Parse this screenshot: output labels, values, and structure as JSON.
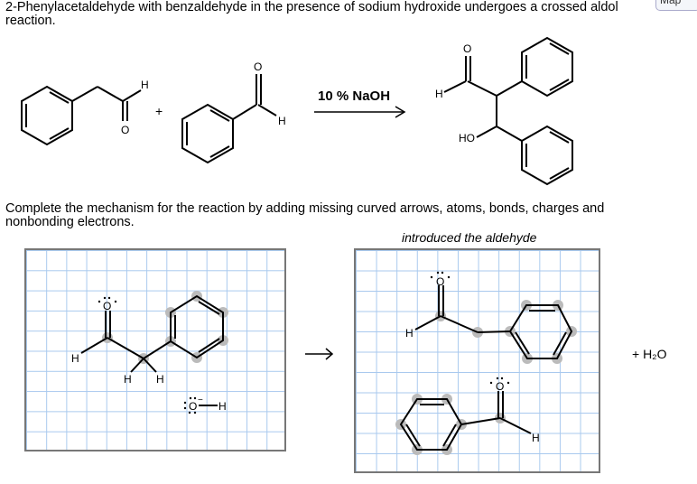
{
  "question": "2-Phenylacetaldehyde with benzaldehyde in the presence of sodium hydroxide undergoes a crossed aldol reaction.",
  "map_button": "Map",
  "reaction": {
    "reagent": "10 % NaOH",
    "plus": "+",
    "atoms": {
      "O": "O",
      "H": "H",
      "HO": "HO"
    }
  },
  "instruction": "Complete the mechanism for the reaction by adding missing curved arrows, atoms, bonds, charges and nonbonding electrons.",
  "step_caption": "introduced the aldehyde",
  "byproduct": "+ H₂O",
  "atoms": {
    "O": "O",
    "H": "H",
    "minus": "−"
  }
}
